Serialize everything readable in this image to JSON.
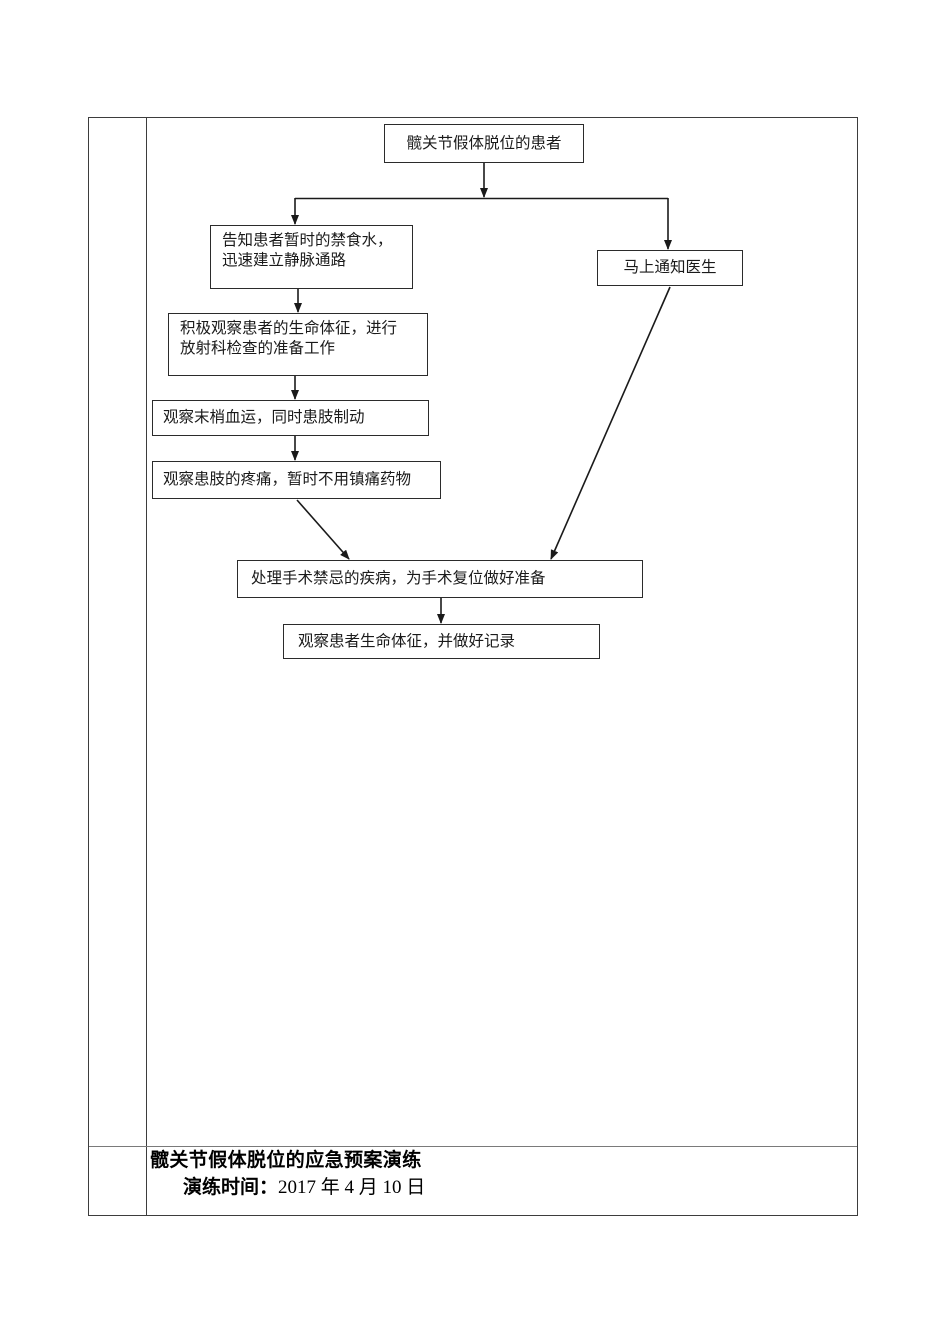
{
  "document": {
    "table": {
      "columns": 2,
      "rows": 2,
      "left_column_label": "",
      "border_color": "#3d3d3d"
    }
  },
  "flowchart": {
    "type": "flowchart",
    "orientation": "top-down",
    "nodes": [
      {
        "id": "start",
        "label": "髋关节假体脱位的患者"
      },
      {
        "id": "npo",
        "label": "告知患者暂时的禁食水，\n迅速建立静脉通路"
      },
      {
        "id": "notify",
        "label": "马上通知医生"
      },
      {
        "id": "vitals",
        "label": "积极观察患者的生命体征，进行\n放射科检查的准备工作"
      },
      {
        "id": "circ",
        "label": "观察末梢血运，同时患肢制动"
      },
      {
        "id": "pain",
        "label": "观察患肢的疼痛，暂时不用镇痛药物"
      },
      {
        "id": "prep",
        "label": "处理手术禁忌的疾病，为手术复位做好准备"
      },
      {
        "id": "record",
        "label": "观察患者生命体征，并做好记录"
      }
    ],
    "edges": [
      {
        "from": "start",
        "to": "npo",
        "style": "elbow"
      },
      {
        "from": "start",
        "to": "notify",
        "style": "elbow"
      },
      {
        "from": "npo",
        "to": "vitals",
        "style": "straight"
      },
      {
        "from": "vitals",
        "to": "circ",
        "style": "straight"
      },
      {
        "from": "circ",
        "to": "pain",
        "style": "straight"
      },
      {
        "from": "pain",
        "to": "prep",
        "style": "diagonal"
      },
      {
        "from": "notify",
        "to": "prep",
        "style": "diagonal"
      },
      {
        "from": "prep",
        "to": "record",
        "style": "straight"
      }
    ],
    "line_color": "#1a1a1a"
  },
  "caption": {
    "title": "髋关节假体脱位的应急预案演练",
    "date_label": "演练时间：",
    "date_value": "2017 年 4 月 10 日"
  }
}
